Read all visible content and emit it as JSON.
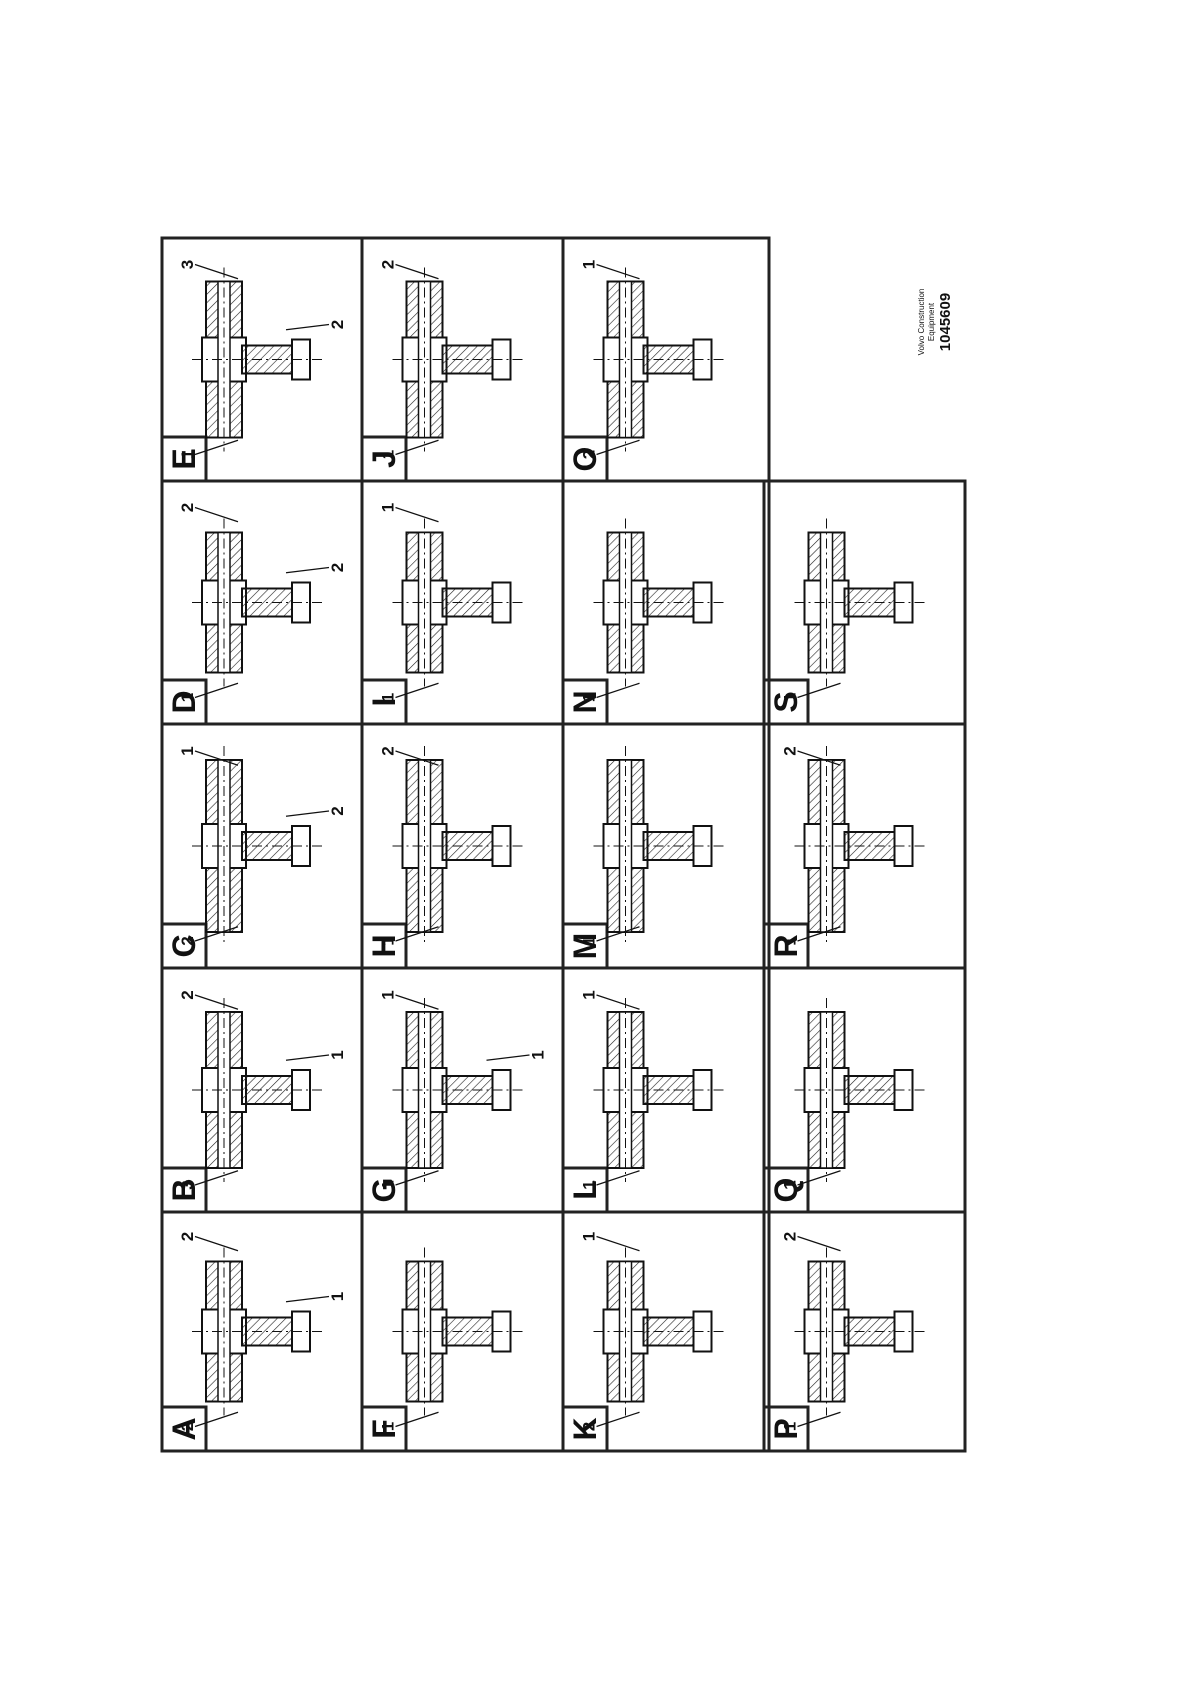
{
  "panels": [
    {
      "id": "A",
      "callouts": [
        "2",
        "2",
        "1"
      ]
    },
    {
      "id": "B",
      "callouts": [
        "3",
        "2",
        "1"
      ]
    },
    {
      "id": "C",
      "callouts": [
        "2",
        "1",
        "2"
      ]
    },
    {
      "id": "D",
      "callouts": [
        "1",
        "2",
        "2"
      ]
    },
    {
      "id": "E",
      "callouts": [
        "1",
        "3",
        "2"
      ]
    },
    {
      "id": "F",
      "callouts": [
        "1"
      ]
    },
    {
      "id": "G",
      "callouts": [
        "1",
        "1",
        "1"
      ]
    },
    {
      "id": "H",
      "callouts": [
        "1",
        "2"
      ]
    },
    {
      "id": "I",
      "callouts": [
        "1",
        "1"
      ]
    },
    {
      "id": "J",
      "callouts": [
        "1",
        "2"
      ]
    },
    {
      "id": "K",
      "callouts": [
        "2",
        "1"
      ]
    },
    {
      "id": "L",
      "callouts": [
        "1",
        "1"
      ]
    },
    {
      "id": "M",
      "callouts": [
        "1"
      ]
    },
    {
      "id": "N",
      "callouts": [
        "1"
      ]
    },
    {
      "id": "O",
      "callouts": [
        "2",
        "1"
      ]
    },
    {
      "id": "P",
      "callouts": [
        "1",
        "2"
      ]
    },
    {
      "id": "Q",
      "callouts": [
        "1"
      ]
    },
    {
      "id": "R",
      "callouts": [
        "1",
        "2"
      ]
    },
    {
      "id": "S",
      "callouts": [
        "1"
      ]
    }
  ],
  "reference": {
    "company_line1": "Volvo Construction",
    "company_line2": "Equipment",
    "number": "1045609"
  }
}
